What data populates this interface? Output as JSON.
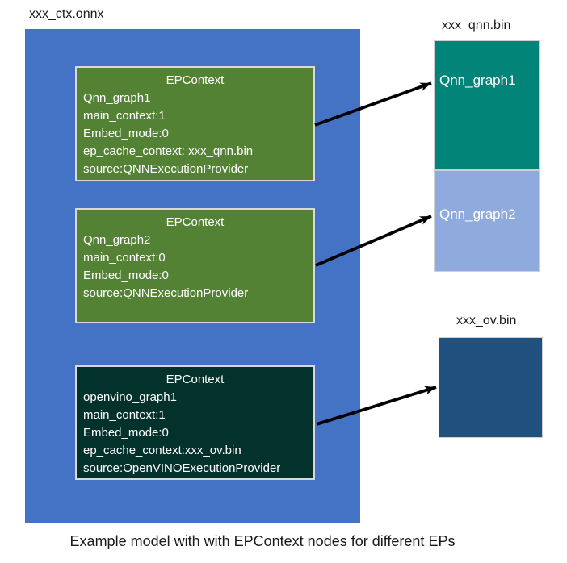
{
  "diagram": {
    "model_title": "xxx_ctx.onnx",
    "caption": "Example model with with EPContext nodes for different EPs",
    "colors": {
      "container_blue": "#4472C4",
      "qnn_node_green": "#548235",
      "openvino_node_dark_teal": "#03312C",
      "qnn_graph1_teal": "#038478",
      "qnn_graph2_light_blue": "#8FAADC",
      "ov_bin_dark_blue": "#20507E",
      "box_border_light": "#D9D9D9",
      "arrow_black": "#000000",
      "node_text_white": "#FFFFFF",
      "label_text_dark": "#1A1A1A"
    },
    "nodes": [
      {
        "title": "EPContext",
        "lines": [
          "Qnn_graph1",
          "main_context:1",
          "Embed_mode:0",
          "ep_cache_context: xxx_qnn.bin",
          "source:QNNExecutionProvider"
        ]
      },
      {
        "title": "EPContext",
        "lines": [
          "Qnn_graph2",
          "main_context:0",
          "Embed_mode:0",
          "source:QNNExecutionProvider"
        ]
      },
      {
        "title": "EPContext",
        "lines": [
          "openvino_graph1",
          "main_context:1",
          "Embed_mode:0",
          "ep_cache_context:xxx_ov.bin",
          "source:OpenVINOExecutionProvider"
        ]
      }
    ],
    "binaries": [
      {
        "label": "xxx_qnn.bin",
        "segments": [
          {
            "name": "Qnn_graph1"
          },
          {
            "name": "Qnn_graph2"
          }
        ]
      },
      {
        "label": "xxx_ov.bin",
        "segments": []
      }
    ]
  }
}
